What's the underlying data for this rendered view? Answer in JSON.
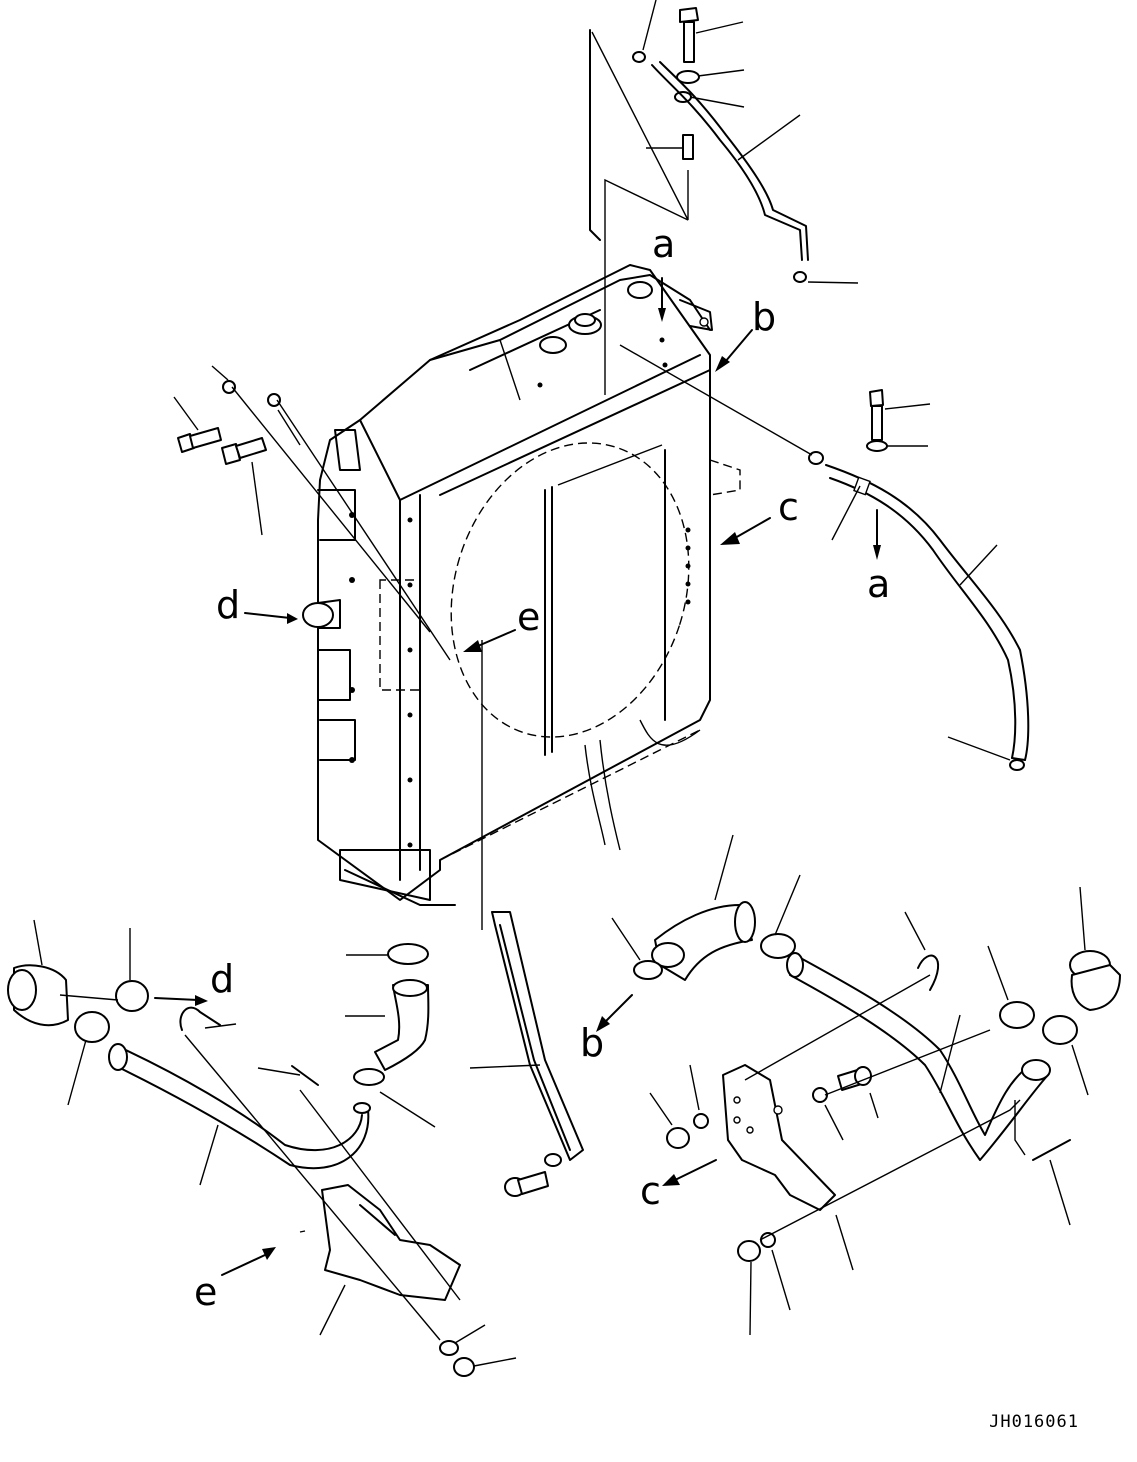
{
  "diagram": {
    "callout_letters": [
      "a",
      "a",
      "b",
      "b",
      "c",
      "c",
      "d",
      "d",
      "e",
      "e"
    ],
    "drawing_code": "JH016061"
  }
}
